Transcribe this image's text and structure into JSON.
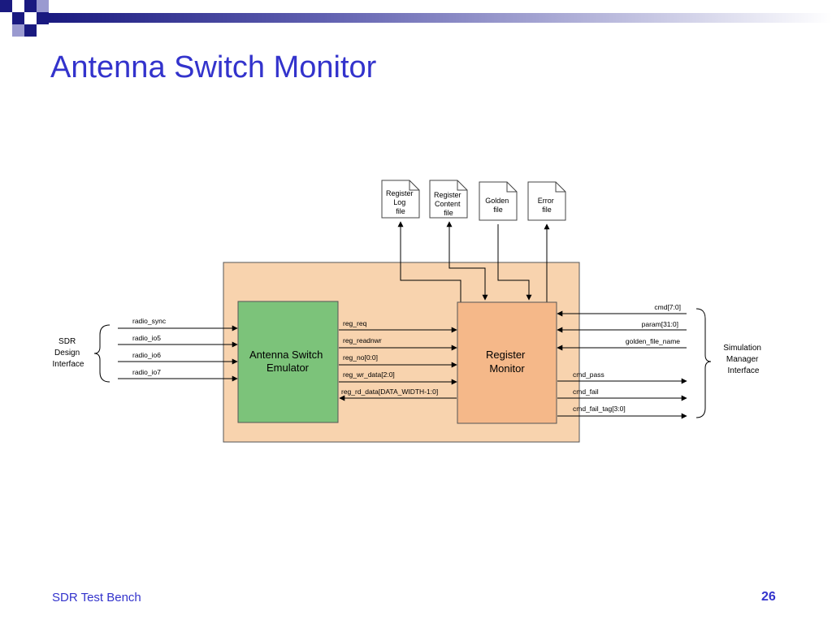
{
  "slide": {
    "title": "Antenna Switch Monitor",
    "footer_text": "SDR Test Bench",
    "page_number": "26"
  },
  "colors": {
    "title": "#3333cc",
    "outer_box": "#f8d3ae",
    "emulator_box": "#7cc37a",
    "monitor_box": "#f5b889"
  },
  "files": [
    {
      "lines": [
        "Register",
        "Log",
        "file"
      ]
    },
    {
      "lines": [
        "Register",
        "Content",
        "file"
      ]
    },
    {
      "lines": [
        "Golden",
        "file"
      ]
    },
    {
      "lines": [
        "Error",
        "file"
      ]
    }
  ],
  "blocks": {
    "emulator": {
      "lines": [
        "Antenna Switch",
        "Emulator"
      ]
    },
    "monitor": {
      "lines": [
        "Register",
        "Monitor"
      ]
    }
  },
  "interfaces": {
    "sdr": {
      "lines": [
        "SDR",
        "Design",
        "Interface"
      ]
    },
    "sim": {
      "lines": [
        "Simulation",
        "Manager",
        "Interface"
      ]
    }
  },
  "signals": {
    "radio_inputs": [
      "radio_sync",
      "radio_io5",
      "radio_io6",
      "radio_io7"
    ],
    "emulator_to_monitor": [
      "reg_req",
      "reg_readnwr",
      "reg_no[0:0]",
      "reg_wr_data[2:0]"
    ],
    "monitor_to_emulator": "reg_rd_data[DATA_WIDTH-1:0]",
    "sim_inputs": [
      "cmd[7:0]",
      "param[31:0]",
      "golden_file_name"
    ],
    "sim_outputs": [
      "cmd_pass",
      "cmd_fail",
      "cmd_fail_tag[3:0]"
    ]
  }
}
